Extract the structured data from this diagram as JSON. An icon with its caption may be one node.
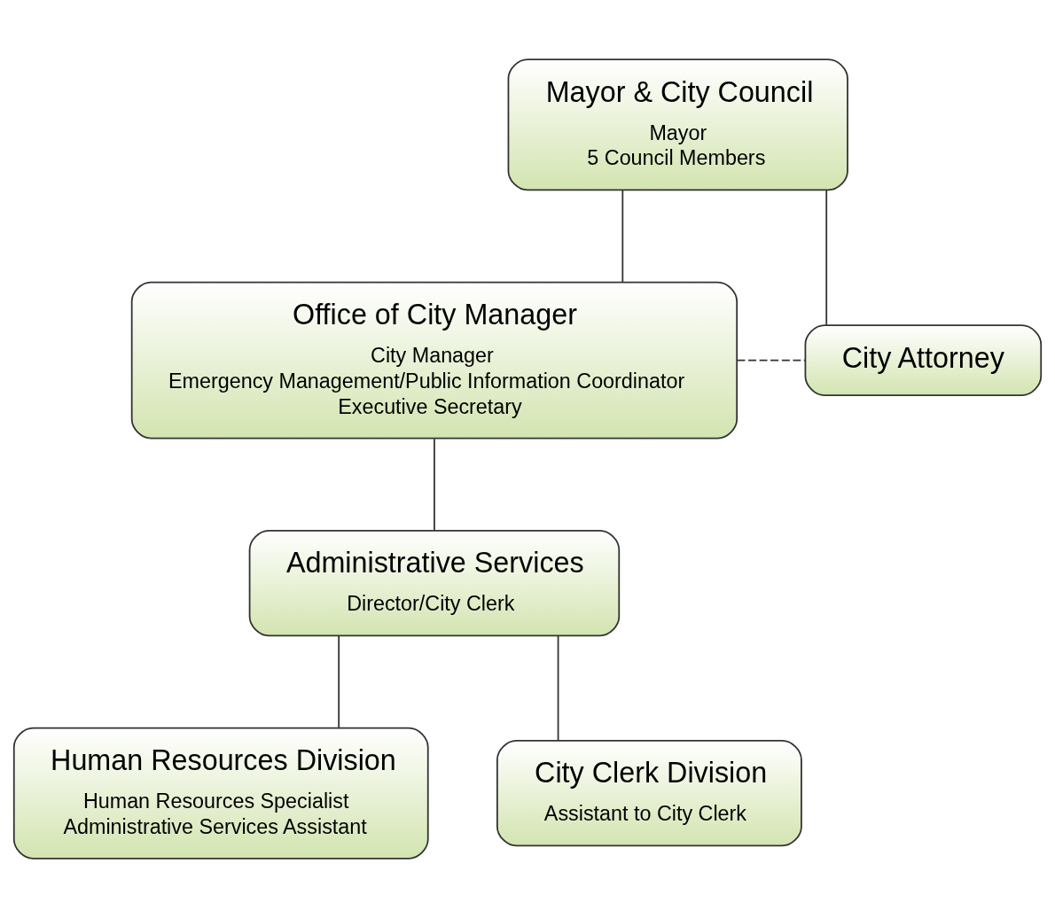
{
  "diagram": {
    "nodes": [
      {
        "text": [
          "Mayor & City Council",
          "Mayor",
          "5 Council Members"
        ]
      },
      {
        "text": [
          "Office of City Manager",
          "City Manager",
          "Emergency Management/Public Information Coordinator",
          "Executive Secretary"
        ]
      },
      {
        "text": [
          "City Attorney"
        ]
      },
      {
        "text": [
          "Administrative Services",
          "Director/City Clerk"
        ]
      },
      {
        "text": [
          "Human Resources Division",
          "Human Resources Specialist",
          "Administrative Services Assistant"
        ]
      },
      {
        "text": [
          "City Clerk Division",
          "Assistant to City Clerk"
        ]
      }
    ],
    "edges": [
      {
        "from": 0,
        "to": 1,
        "arrow": "none"
      },
      {
        "from": 0,
        "to": 2,
        "arrow": "none"
      },
      {
        "from": 1,
        "to": 2,
        "arrow": "none",
        "style": "dashed"
      },
      {
        "from": 1,
        "to": 3,
        "arrow": "none"
      },
      {
        "from": 3,
        "to": 4,
        "arrow": "none"
      },
      {
        "from": 3,
        "to": 5,
        "arrow": "none"
      }
    ]
  }
}
